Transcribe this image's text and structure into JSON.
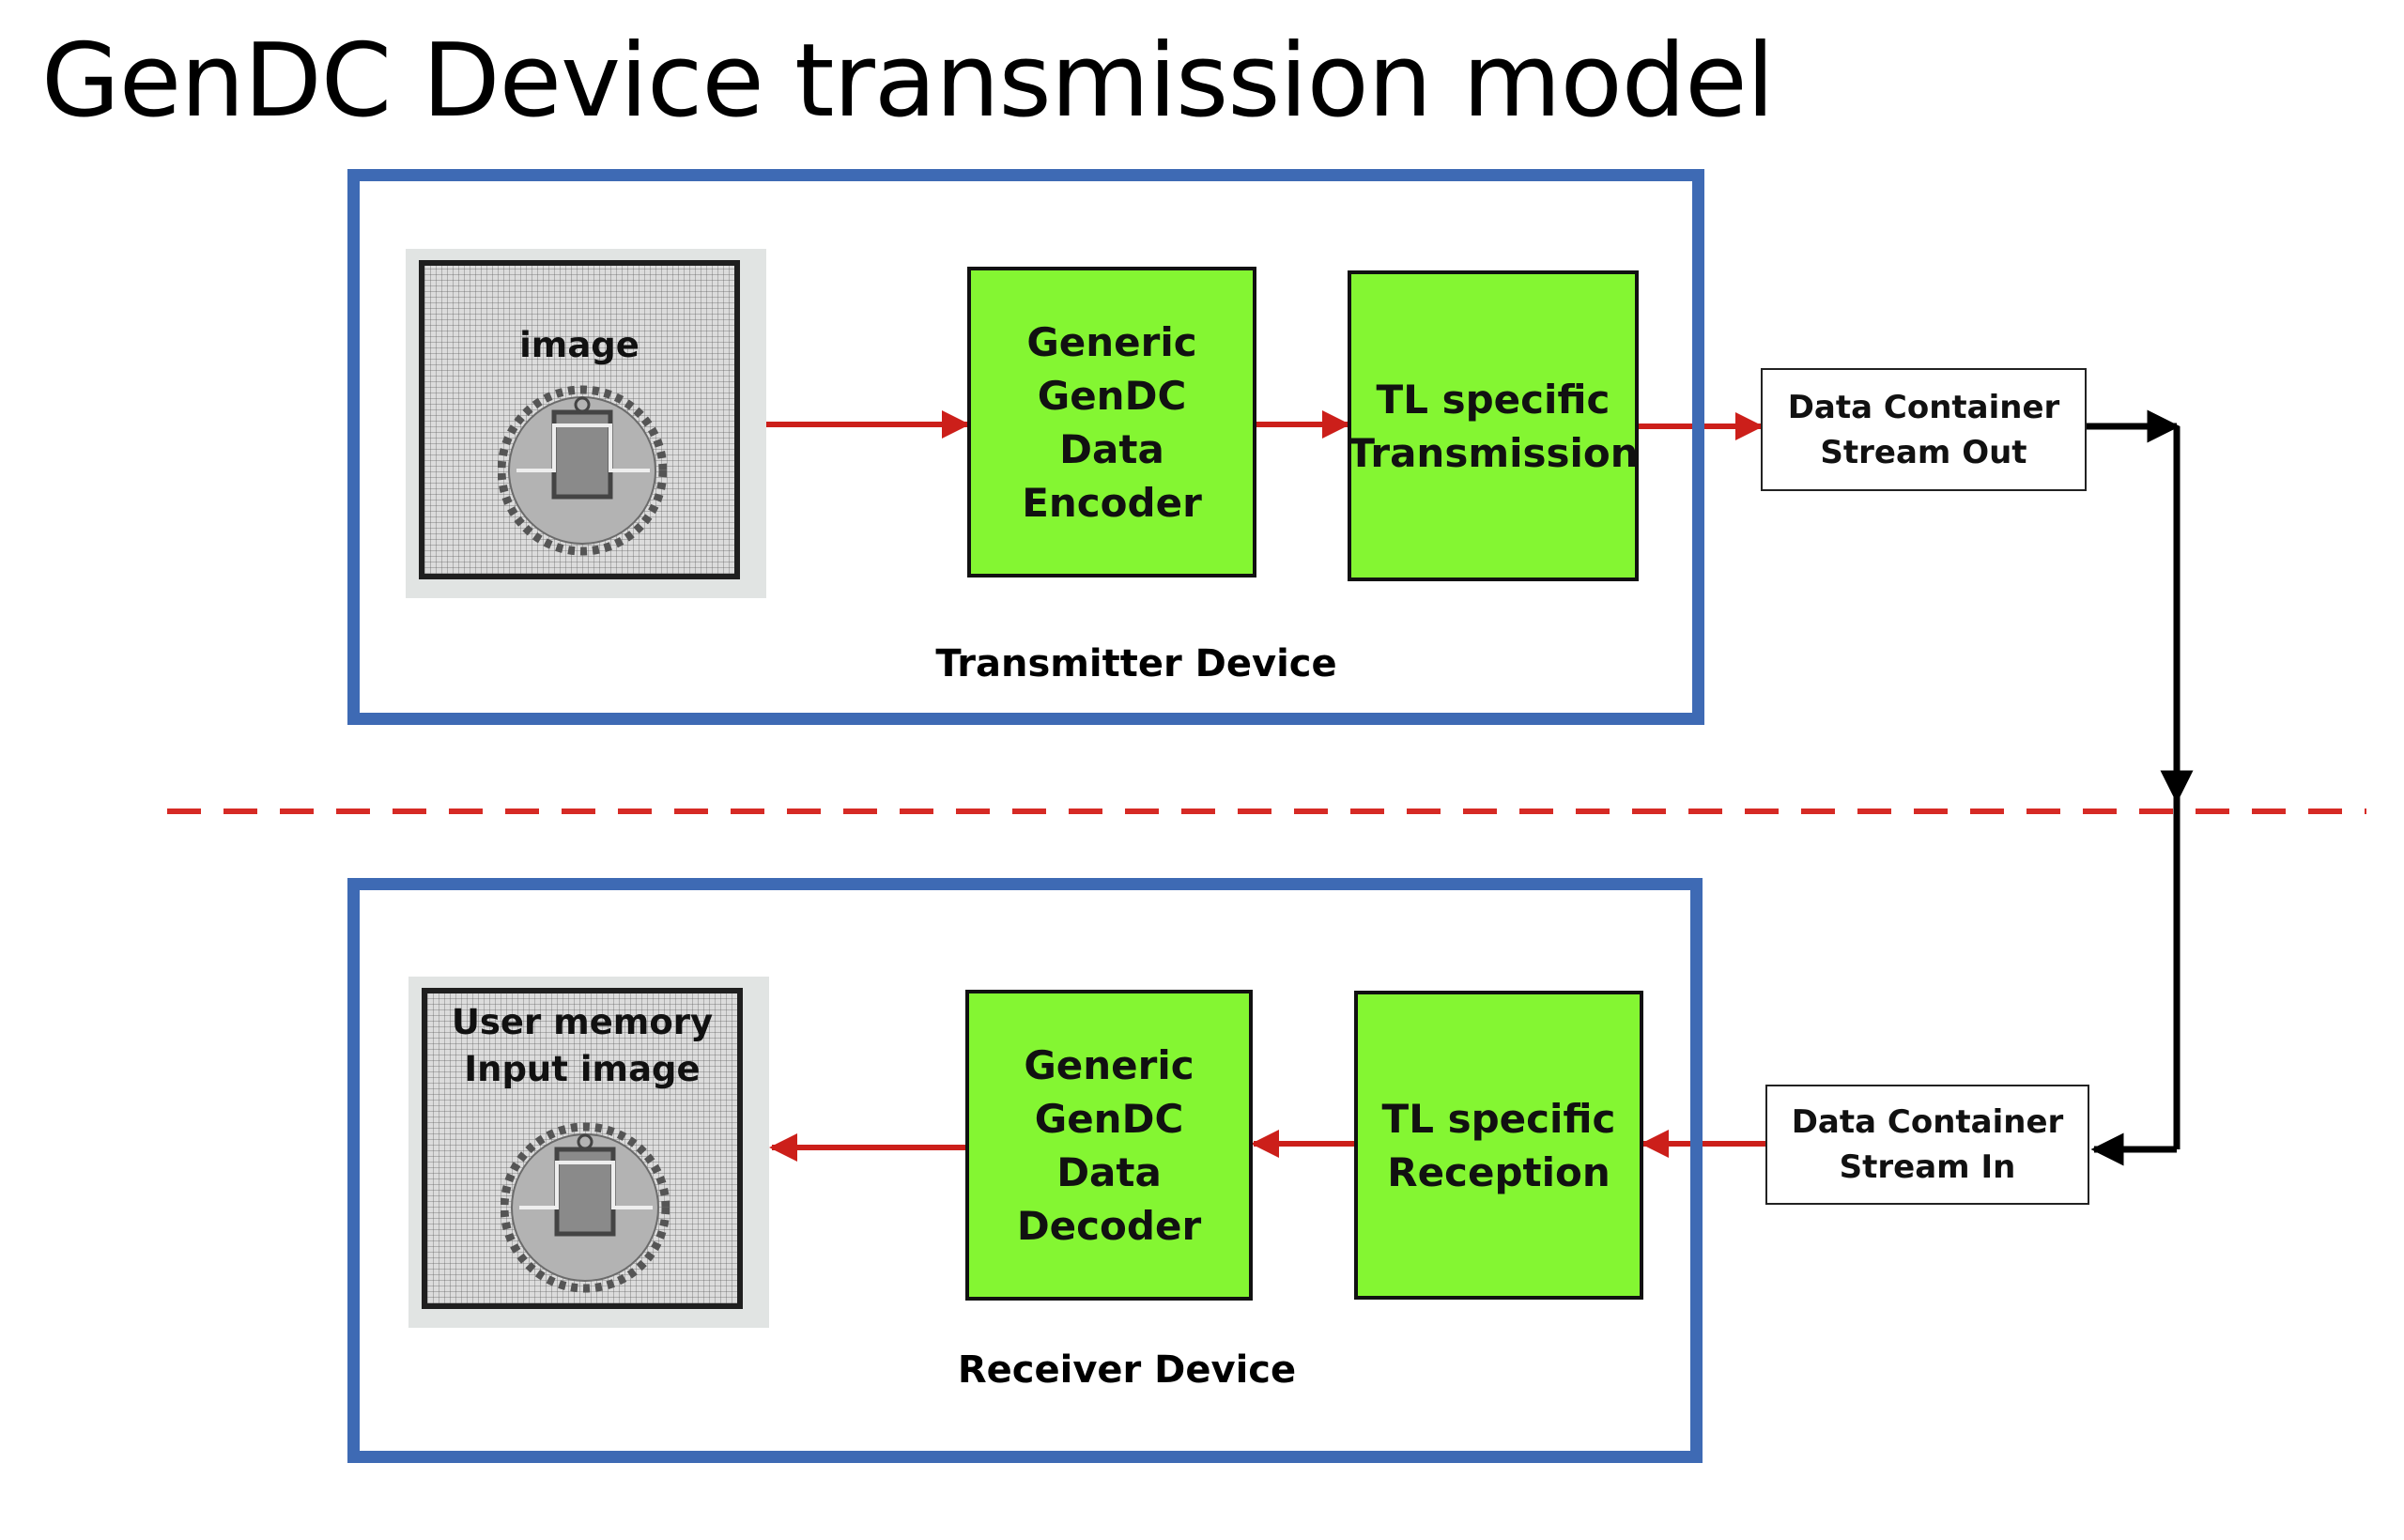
{
  "title": "GenDC Device transmission model",
  "colors": {
    "device_border": "#3e6ab4",
    "process_fill": "#84f632",
    "flow_arrow": "#cc1f1a",
    "stream_arrow": "#000000",
    "divider": "#d62a25"
  },
  "transmitter": {
    "label": "Transmitter Device",
    "source_caption": [
      "image"
    ],
    "encoder": [
      "Generic",
      "GenDC",
      "Data",
      "Encoder"
    ],
    "transmission": [
      "TL specific",
      "Transmission"
    ],
    "stream_out": [
      "Data Container",
      "Stream Out"
    ]
  },
  "receiver": {
    "label": "Receiver Device",
    "target_caption": [
      "User memory",
      "Input image"
    ],
    "decoder": [
      "Generic",
      "GenDC",
      "Data",
      "Decoder"
    ],
    "reception": [
      "TL specific",
      "Reception"
    ],
    "stream_in": [
      "Data Container",
      "Stream In"
    ]
  },
  "icons": [
    "gear-image-icon"
  ]
}
